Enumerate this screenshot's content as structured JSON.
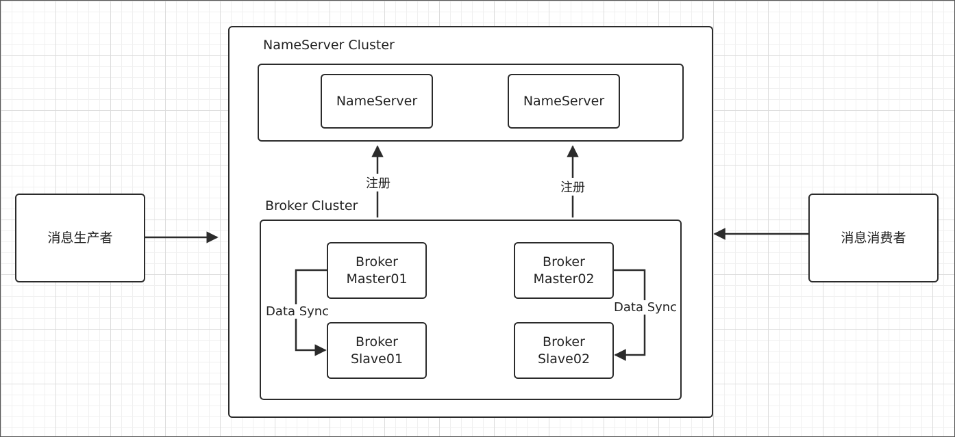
{
  "diagram": {
    "nameserver_cluster": {
      "title": "NameServer Cluster",
      "nodes": [
        "NameServer",
        "NameServer"
      ]
    },
    "broker_cluster": {
      "title": "Broker Cluster",
      "nodes": [
        "Broker\nMaster01",
        "Broker\nSlave01",
        "Broker\nMaster02",
        "Broker\nSlave02"
      ]
    },
    "producer": "消息生产者",
    "consumer": "消息消费者",
    "edges": {
      "register_left": "注册",
      "register_right": "注册",
      "sync_left": "Data Sync",
      "sync_right": "Data Sync"
    }
  },
  "colors": {
    "stroke": "#2b2b2b",
    "grid": "#dcdcdc",
    "background": "#ffffff"
  }
}
